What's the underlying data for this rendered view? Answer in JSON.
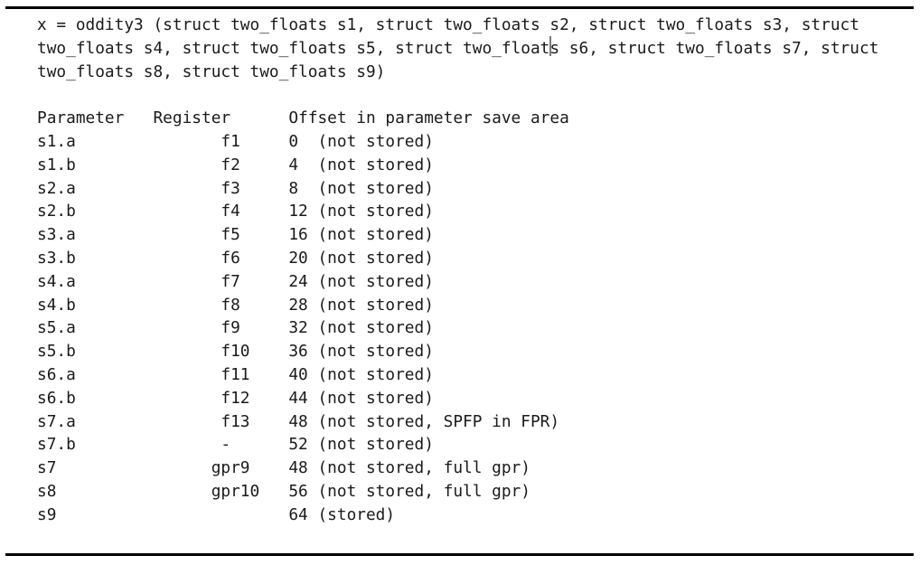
{
  "page": {
    "background": "#ffffff",
    "rule_color": "#000000",
    "text_color": "#1a1a1a",
    "caret_color": "#777777"
  },
  "code_block": {
    "line1": "x = oddity3 (struct two_floats s1, struct two_floats s2, struct two_floats s3, struct",
    "line2_before_caret": "two_floats s4, struct two_floats s5, struct two_float",
    "line2_after_caret": "s s6, struct two_floats s7, struct",
    "line3": "two_floats s8, struct two_floats s9)"
  },
  "table": {
    "headers": {
      "parameter": "Parameter",
      "register": "Register",
      "offset": "Offset in parameter save area"
    },
    "rows": [
      {
        "parameter": "s1.a",
        "register": "f1",
        "offset": "0",
        "note": "(not stored)"
      },
      {
        "parameter": "s1.b",
        "register": "f2",
        "offset": "4",
        "note": "(not stored)"
      },
      {
        "parameter": "s2.a",
        "register": "f3",
        "offset": "8",
        "note": "(not stored)"
      },
      {
        "parameter": "s2.b",
        "register": "f4",
        "offset": "12",
        "note": "(not stored)"
      },
      {
        "parameter": "s3.a",
        "register": "f5",
        "offset": "16",
        "note": "(not stored)"
      },
      {
        "parameter": "s3.b",
        "register": "f6",
        "offset": "20",
        "note": "(not stored)"
      },
      {
        "parameter": "s4.a",
        "register": "f7",
        "offset": "24",
        "note": "(not stored)"
      },
      {
        "parameter": "s4.b",
        "register": "f8",
        "offset": "28",
        "note": "(not stored)"
      },
      {
        "parameter": "s5.a",
        "register": "f9",
        "offset": "32",
        "note": "(not stored)"
      },
      {
        "parameter": "s5.b",
        "register": "f10",
        "offset": "36",
        "note": "(not stored)"
      },
      {
        "parameter": "s6.a",
        "register": "f11",
        "offset": "40",
        "note": "(not stored)"
      },
      {
        "parameter": "s6.b",
        "register": "f12",
        "offset": "44",
        "note": "(not stored)"
      },
      {
        "parameter": "s7.a",
        "register": "f13",
        "offset": "48",
        "note": "(not stored, SPFP in FPR)"
      },
      {
        "parameter": "s7.b",
        "register": "-",
        "offset": "52",
        "note": "(not stored)"
      },
      {
        "parameter": "s7",
        "register": "gpr9",
        "offset": "48",
        "note": "(not stored, full gpr)"
      },
      {
        "parameter": "s8",
        "register": "gpr10",
        "offset": "56",
        "note": "(not stored, full gpr)"
      },
      {
        "parameter": "s9",
        "register": "",
        "offset": "64",
        "note": "(stored)"
      }
    ],
    "layout": {
      "parameter_col_width": 18,
      "register_field_width": 8,
      "offset_field_width": 3,
      "header_parameter_width": 12,
      "header_register_width": 14
    }
  }
}
